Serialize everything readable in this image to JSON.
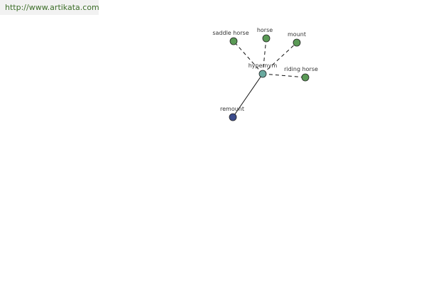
{
  "banner": {
    "url_text": "http://www.artikata.com"
  },
  "colors": {
    "green_node": "#5a9a56",
    "blue_node": "#3c4c8c",
    "center_node": "#6aaaa0",
    "edge": "#111111"
  },
  "graph": {
    "center": {
      "id": "hypernym",
      "label": "hypernym",
      "kind": "center"
    },
    "nodes": [
      {
        "id": "saddle_horse",
        "label": "saddle horse",
        "kind": "synonym"
      },
      {
        "id": "horse",
        "label": "horse",
        "kind": "synonym"
      },
      {
        "id": "mount",
        "label": "mount",
        "kind": "synonym"
      },
      {
        "id": "riding_horse",
        "label": "riding horse",
        "kind": "synonym"
      },
      {
        "id": "remount",
        "label": "remount",
        "kind": "hyponym"
      }
    ],
    "edges": [
      {
        "from": "hypernym",
        "to": "saddle_horse",
        "style": "dashed"
      },
      {
        "from": "hypernym",
        "to": "horse",
        "style": "dashed"
      },
      {
        "from": "hypernym",
        "to": "mount",
        "style": "dashed"
      },
      {
        "from": "hypernym",
        "to": "riding_horse",
        "style": "dashed"
      },
      {
        "from": "hypernym",
        "to": "remount",
        "style": "solid"
      }
    ]
  }
}
